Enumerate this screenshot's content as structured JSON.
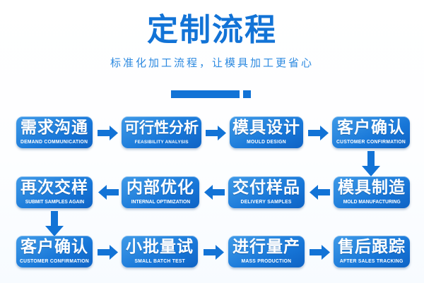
{
  "header": {
    "title": "定制流程",
    "subtitle": "标准化加工流程，让模具加工更省心",
    "accent_color": "#1273d6",
    "divider_name": "divider-bar"
  },
  "palette": {
    "box_gradient_light": "#3f9ae8",
    "box_gradient_dark": "#0f63c4",
    "arrow_color": "#1273d6",
    "background": "#ffffff",
    "text_on_box": "#ffffff"
  },
  "flow": {
    "rows": [
      {
        "direction": "left-to-right",
        "steps": [
          {
            "cn": "需求沟通",
            "en": "DEMAND COMMUNICATION"
          },
          {
            "cn": "可行性分析",
            "en": "FEASIBILITY ANALYSIS"
          },
          {
            "cn": "模具设计",
            "en": "MOULD DESIGN"
          },
          {
            "cn": "客户确认",
            "en": "CUSTOMER CONFIRMATION"
          }
        ]
      },
      {
        "direction": "right-to-left",
        "steps": [
          {
            "cn": "再次交样",
            "en": "SUBMIT SAMPLES AGAIN"
          },
          {
            "cn": "内部优化",
            "en": "INTERNAL OPTIMIZATION"
          },
          {
            "cn": "交付样品",
            "en": "DELIVERY SAMPLES"
          },
          {
            "cn": "模具制造",
            "en": "MOLD MANUFACTURING"
          }
        ]
      },
      {
        "direction": "left-to-right",
        "steps": [
          {
            "cn": "客户确认",
            "en": "CUSTOMER CONFIRMATION"
          },
          {
            "cn": "小批量试",
            "en": "SMALL BATCH TEST"
          },
          {
            "cn": "进行量产",
            "en": "MASS PRODUCTION"
          },
          {
            "cn": "售后跟踪",
            "en": "AFTER SALES TRACKING"
          }
        ]
      }
    ]
  }
}
